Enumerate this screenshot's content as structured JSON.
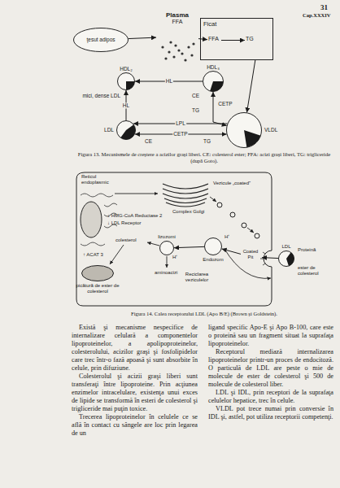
{
  "diagram": {
    "nodes": [
      {
        "text": [
          "ţesut adipos"
        ]
      },
      {
        "text": [
          "Plasma",
          "FFA"
        ]
      },
      {
        "text": [
          "Ficat"
        ]
      },
      {
        "text": [
          "FFA"
        ],
        "in": 2
      },
      {
        "text": [
          "TG"
        ],
        "in": 2
      },
      {
        "text": [
          "HDL₂"
        ]
      },
      {
        "text": [
          "HDL₃"
        ]
      },
      {
        "text": [
          "LDL"
        ]
      },
      {
        "text": [
          "VLDL"
        ]
      },
      {
        "text": [
          "LDL"
        ]
      },
      {
        "text": [
          "Coated Pit"
        ]
      },
      {
        "text": [
          "Endozom"
        ]
      },
      {
        "text": [
          "lizozomi"
        ]
      },
      {
        "text": [
          "picătură de ester de colesterol"
        ]
      }
    ],
    "edges": [
      {
        "from": 0,
        "to": 1,
        "arrow": "to"
      },
      {
        "from": 1,
        "to": 3,
        "arrow": "to"
      },
      {
        "from": 3,
        "to": 4,
        "arrow": "to"
      },
      {
        "from": 6,
        "to": 5,
        "label": "HL",
        "arrow": "to"
      },
      {
        "from": 6,
        "to": 8,
        "label": "CETP",
        "arrow": "both"
      },
      {
        "from": 8,
        "to": 7,
        "label": "LPL",
        "arrow": "to"
      },
      {
        "from": 7,
        "to": 8,
        "label": "CETP",
        "arrow": "both"
      },
      {
        "from": 7,
        "to": 5,
        "label": "HL",
        "arrow": "to"
      },
      {
        "from": 2,
        "to": 8,
        "arrow": "to"
      },
      {
        "from": 9,
        "to": 10,
        "arrow": "to"
      },
      {
        "from": 10,
        "to": 11,
        "arrow": "to"
      },
      {
        "from": 11,
        "to": 12,
        "arrow": "to"
      }
    ],
    "labels": [
      "31",
      "Cap.XXXIV",
      "CE",
      "TG",
      "mici, dense LDL",
      "CE",
      "TG",
      "Figura 13. Mecanismele de creştere a acizilor graşi liberi. CE: colesterol ester; FFA: acizi graşi liberi, TG: trigliceride (după Goto).",
      "Reticul endoplasmic",
      "Complex Golgi",
      "Vezicule „coated”",
      "↓ HMG-CoA Reductase 2",
      "↓ LDL Receptor",
      "colesterol",
      "↑ ACAT 3",
      "H⁺",
      "H⁺",
      "aminoacizi",
      "Reciclarea veziculelor",
      "Proteină",
      "ester de colesterol",
      "Figura 14. Calea receptorului LDL (Apo B/E) (Brown şi Goldstein).",
      "Există şi mecanisme nespecifice de internalizare celulară a componentelor lipoproteinelor, a apolipoproteinelor, colesterolului, acizilor graşi şi fosfolipidelor care trec într-o fază apoasă şi sunt absorbite în celule, prin difuziune.",
      "Colesterolul şi acizii graşi liberi sunt transferaţi între lipoproteine. Prin acţiunea enzimelor intracelulare, existenţa unui exces de lipide se transformă în esteri de colesterol şi trigliceride mai puţin toxice.",
      "Trecerea lipoproteinelor în celulele ce se află în contact cu sângele are loc prin legarea de un",
      "ligand specific Apo-E şi Apo B-100, care este o proteină sau un fragment situat la suprafaţa lipoproteinelor.",
      "Receptorul mediază internalizarea lipoproteinelor printr-un proces de endocitoză. O particulă de LDL are peste o mie de molecule de ester de colesterol şi 500 de molecule de colesterol liber.",
      "LDL şi IDL, prin receptori de la suprafaţa celulelor hepatice, trec în celule.",
      "VLDL pot trece numai prin conversie în IDL şi, astfel, pot utiliza receptorii competenţi."
    ]
  }
}
